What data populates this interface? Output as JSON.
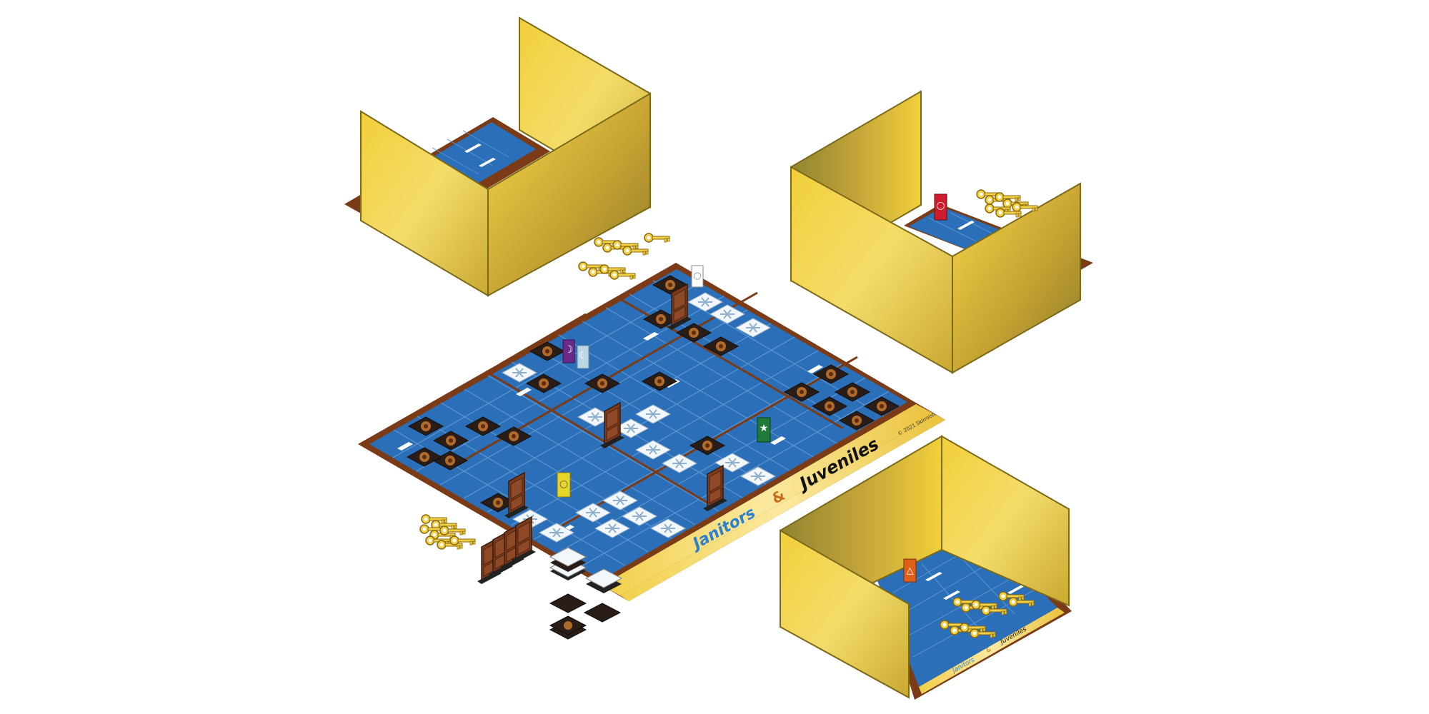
{
  "board": {
    "title_left": "Janitors",
    "title_right": "Juveniles",
    "ampersand": "&",
    "copyright": "© 2021 Skirmish"
  },
  "shields": [
    {
      "symbol": "☽",
      "color": "#6a2a8a"
    },
    {
      "symbol": "☾",
      "color": "#bcd6e6"
    },
    {
      "symbol": "★",
      "color": "#1f7a3a"
    },
    {
      "symbol": "○",
      "color": "#e6d62a"
    },
    {
      "symbol": "○",
      "color": "#ffffff"
    },
    {
      "symbol": "○",
      "color": "#d01c2c"
    },
    {
      "symbol": "△",
      "color": "#e0601a"
    }
  ],
  "mini_board": {
    "title_left": "Janitors",
    "ampersand": "&",
    "title_right": "Juveniles"
  },
  "colors": {
    "board_blue": "#2a6fb7",
    "board_border": "#7a3b16",
    "wall_gold": "#e4c33a",
    "strip_gold": "#f2d450",
    "door_brown": "#7a3b1f"
  }
}
